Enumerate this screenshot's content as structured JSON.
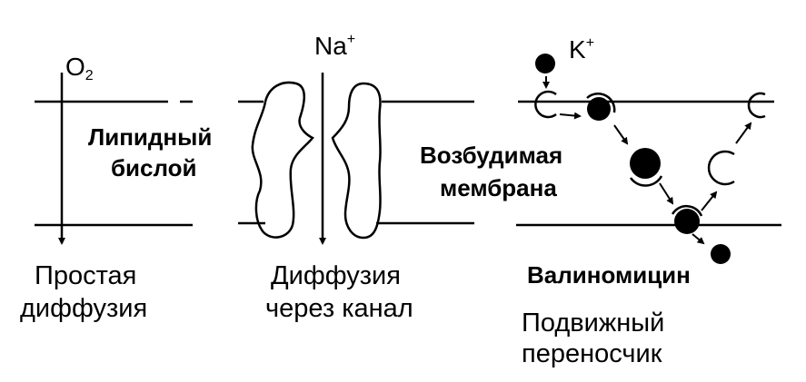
{
  "molecules": {
    "o2_main": "O",
    "o2_sub": "2",
    "na_main": "Na",
    "na_sup": "+",
    "k_main": "K",
    "k_sup": "+"
  },
  "labels": {
    "lipid_line1": "Липидный",
    "lipid_line2": "бислой",
    "excitable_line1": "Возбудимая",
    "excitable_line2": "мембрана",
    "simple_line1": "Простая",
    "simple_line2": "диффузия",
    "channel_line1": "Диффузия",
    "channel_line2": "через канал",
    "valinomycin": "Валиномицин",
    "carrier_line1": "Подвижный",
    "carrier_line2": "переносчик"
  }
}
